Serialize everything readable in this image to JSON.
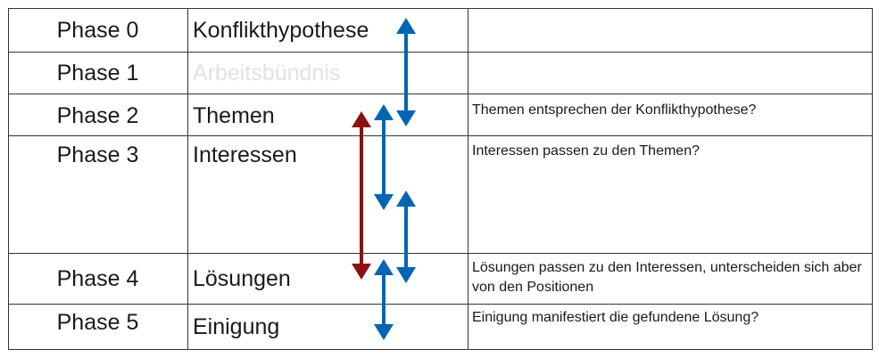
{
  "colors": {
    "grid": "#333333",
    "arrow_blue": "#0066b3",
    "arrow_red": "#8b1111",
    "text": "#1a1a1a",
    "muted_text": "#e2e2e2"
  },
  "rows": [
    {
      "phase": "Phase 0",
      "topic": "Konflikthypothese",
      "note": ""
    },
    {
      "phase": "Phase 1",
      "topic": "Arbeitsbündnis",
      "note": ""
    },
    {
      "phase": "Phase 2",
      "topic": "Themen",
      "note": "Themen entsprechen der Konflikthypothese?"
    },
    {
      "phase": "Phase 3",
      "topic": "Interessen",
      "note": "Interessen passen zu den Themen?"
    },
    {
      "phase": "Phase 4",
      "topic": "Lösungen",
      "note": "Lösungen passen zu den Interessen, unterscheiden sich aber von den Positionen"
    },
    {
      "phase": "Phase 5",
      "topic": "Einigung",
      "note": "Einigung manifestiert die gefundene Lösung?"
    }
  ],
  "arrows": [
    {
      "color": "arrow_blue",
      "meaning": "Konflikthypothese ↔ Themen"
    },
    {
      "color": "arrow_blue",
      "meaning": "Themen ↔ Interessen"
    },
    {
      "color": "arrow_blue",
      "meaning": "Interessen ↔ Lösungen"
    },
    {
      "color": "arrow_blue",
      "meaning": "Lösungen ↔ Einigung"
    },
    {
      "color": "arrow_red",
      "meaning": "Themen ↔ Lösungen"
    }
  ]
}
